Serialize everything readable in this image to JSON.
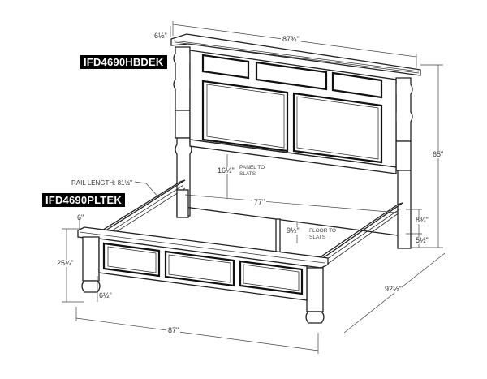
{
  "product_tags": {
    "headboard": "IFD4690HBDEK",
    "footboard_rails": "IFD4690PLTEK"
  },
  "dimensions": {
    "headboard_crown_height": "6½\"",
    "headboard_width": "87¾\"",
    "overall_height": "65\"",
    "panel_to_slats": "16½\"",
    "panel_to_slats_note": "PANEL TO SLATS",
    "rail_length": "RAIL LENGTH: 81½\"",
    "inner_width": "77\"",
    "floor_to_slats": "9½\"",
    "floor_to_slats_note": "FLOOR TO SLATS",
    "rail_height": "8¾\"",
    "rail_clearance": "5½\"",
    "footboard_crown": "6\"",
    "footboard_height": "25¼\"",
    "foot_height": "6½\"",
    "overall_length": "92½\"",
    "footboard_width": "87\""
  }
}
